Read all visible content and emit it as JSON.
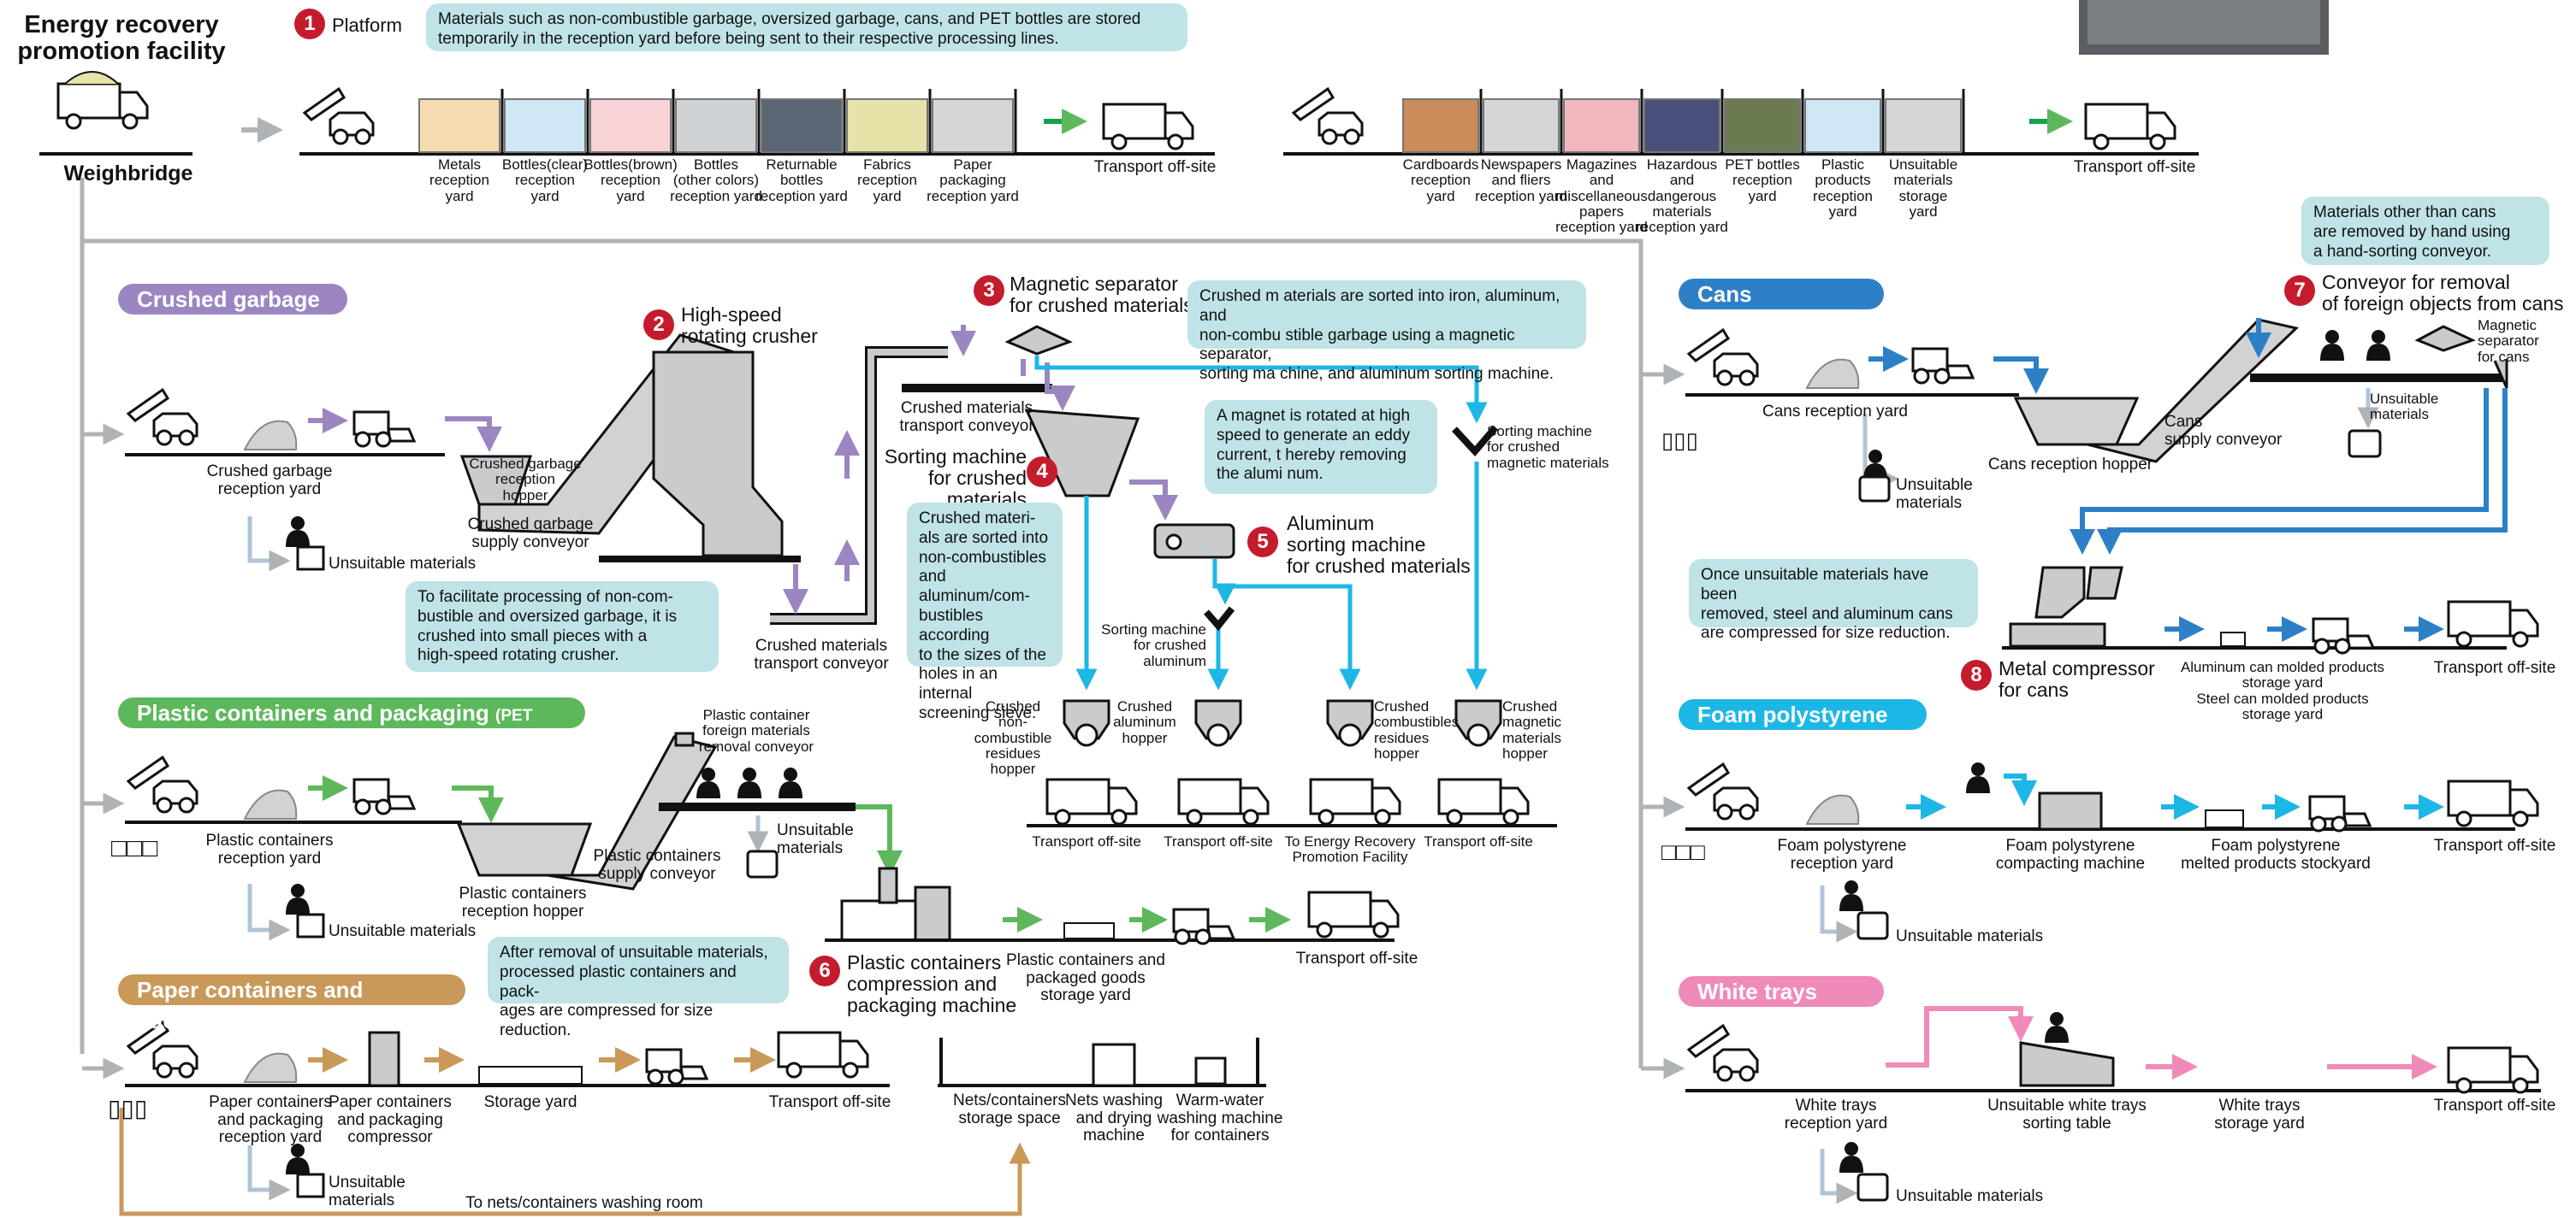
{
  "facility": {
    "title": "Energy recovery\npromotion facility",
    "weighbridge": "Weighbridge"
  },
  "platform": {
    "num": "1",
    "label": "Platform",
    "note": "Materials such as non-combustible garbage, oversized garbage, cans, and PET bottles are stored\ntemporarily in the reception yard before being sent to their respective processing lines.",
    "yards_left": [
      "Metals\nreception\nyard",
      "Bottles(clear)\nreception\nyard",
      "Bottles(brown)\nreception\nyard",
      "Bottles\n(other colors)\nreception yard",
      "Returnable\nbottles\nreception yard",
      "Fabrics\nreception\nyard",
      "Paper\npackaging\nreception yard"
    ],
    "yards_right": [
      "Cardboards\nreception\nyard",
      "Newspapers\nand fliers\nreception yard",
      "Magazines and\nmiscellaneous\npapers\nreception yard",
      "Hazardous and\ndangerous\nmaterials\nreception yard",
      "PET bottles\nreception\nyard",
      "Plastic\nproducts\nreception\nyard",
      "Unsuitable\nmaterials\nstorage\nyard"
    ],
    "transport_left": "Transport off-site",
    "transport_right": "Transport off-site"
  },
  "crushed": {
    "header": "Crushed garbage",
    "reception_yard": "Crushed garbage\nreception yard",
    "hopper": "Crushed garbage\nreception\nhopper",
    "supply_conveyor": "Crushed garbage\nsupply conveyor",
    "unsuitable": "Unsuitable materials",
    "crusher_num": "2",
    "crusher": "High-speed\nrotating crusher",
    "crusher_note": "To facilitate processing of non-com-\nbustible and oversized garbage, it is\ncrushed into small pieces with a\nhigh-speed rotating crusher.",
    "transport_conveyor_low": "Crushed materials\ntransport conveyor",
    "transport_conveyor_top": "Crushed materials\ntransport conveyor",
    "magsep_num": "3",
    "magsep": "Magnetic separator\nfor crushed materials",
    "magsep_note": "Crushed m   aterials are sorted into iron, aluminum, and\nnon-combu   stible garbage using a magnetic separator,\nsorting ma   chine, and aluminum sorting machine.",
    "sorting_num": "4",
    "sorting": "Sorting machine\nfor crushed\nmaterials",
    "sorting_note": "Crushed materi-\nals are sorted into\nnon-combustibles\nand aluminum/com-\nbustibles according\nto the sizes of the\nholes in an internal\nscreening sieve.",
    "alum_num": "5",
    "alum": "Aluminum\nsorting machine\nfor crushed materials",
    "alum_note": "A magnet   is rotated at high\nspeed to   generate an eddy\ncurrent, t   hereby removing\nthe alumi   num.",
    "sorting_magnetic": "Sorting machine\nfor crushed\nmagnetic materials",
    "sorting_aluminum": "Sorting machine\nfor crushed\naluminum",
    "hoppers": [
      "Crushed\nnon-combustible\nresidues hopper",
      "Crushed\naluminum\nhopper",
      "Crushed\ncombustibles\nresidues\nhopper",
      "Crushed\nmagnetic\nmaterials\nhopper"
    ],
    "transports": [
      "Transport off-site",
      "Transport off-site",
      "To Energy Recovery\nPromotion Facility",
      "Transport off-site"
    ]
  },
  "plastic": {
    "header": "Plastic containers and packaging",
    "header_sub": "(PET bottles)",
    "reception_yard": "Plastic containers\nreception yard",
    "hopper": "Plastic containers\nreception hopper",
    "supply_conveyor": "Plastic containers\nsupply conveyor",
    "removal_conveyor": "Plastic container\nforeign materials\nremoval conveyor",
    "unsuitable_top": "Unsuitable\nmaterials",
    "unsuitable": "Unsuitable materials",
    "note": "After removal of unsuitable materials,\nprocessed plastic containers and pack-\nages are compressed for size reduction.",
    "comp_num": "6",
    "comp": "Plastic containers\ncompression and\npackaging machine",
    "storage": "Plastic containers and\npackaged goods\nstorage yard",
    "transport": "Transport off-site"
  },
  "paper": {
    "header": "Paper containers and packaging",
    "reception_yard": "Paper containers\nand packaging\nreception yard",
    "compressor": "Paper containers\nand packaging\ncompressor",
    "storage": "Storage yard",
    "transport": "Transport off-site",
    "unsuitable": "Unsuitable\nmaterials",
    "washing_room": "To nets/containers washing room",
    "nets_storage": "Nets/containers\nstorage space",
    "nets_washing": "Nets washing\nand drying\nmachine",
    "warm_water": "Warm-water\nwashing machine\nfor containers"
  },
  "cans": {
    "header": "Cans",
    "reception_yard": "Cans reception yard",
    "hopper": "Cans reception hopper",
    "supply_conveyor": "Cans\nsupply conveyor",
    "unsuitable": "Unsuitable\nmaterials",
    "unsuitable_top": "Unsuitable\nmaterials",
    "conveyor_num": "7",
    "conveyor": "Conveyor for removal\nof foreign objects from cans",
    "conveyor_note": "Materials other than cans\nare removed by hand using\na hand-sorting conveyor.",
    "magnetic": "Magnetic\nseparator\nfor cans",
    "compress_note": "Once unsuitable materials have been\nremoved, steel and aluminum cans\nare compressed for size reduction.",
    "comp_num": "8",
    "comp": "Metal compressor\nfor cans",
    "storage": "Aluminum can molded products\nstorage yard\nSteel can molded products\nstorage yard",
    "transport": "Transport off-site"
  },
  "foam": {
    "header": "Foam polystyrene",
    "reception_yard": "Foam polystyrene\nreception yard",
    "compacting": "Foam polystyrene\ncompacting machine",
    "melted": "Foam polystyrene\nmelted products stockyard",
    "transport": "Transport off-site",
    "unsuitable": "Unsuitable materials"
  },
  "trays": {
    "header": "White trays",
    "reception_yard": "White trays\nreception yard",
    "sorting": "Unsuitable white trays\nsorting table",
    "storage": "White trays\nstorage yard",
    "transport": "Transport off-site",
    "unsuitable": "Unsuitable materials"
  },
  "colors": {
    "purple": "#9b86c2",
    "green": "#5db85c",
    "tan": "#c9995a",
    "blue": "#2e80c6",
    "cyan": "#1db7e6",
    "pink": "#f08ab8",
    "gray": "#b0b3b5",
    "badge": "#c41c2c",
    "note": "#bfe3e6"
  }
}
